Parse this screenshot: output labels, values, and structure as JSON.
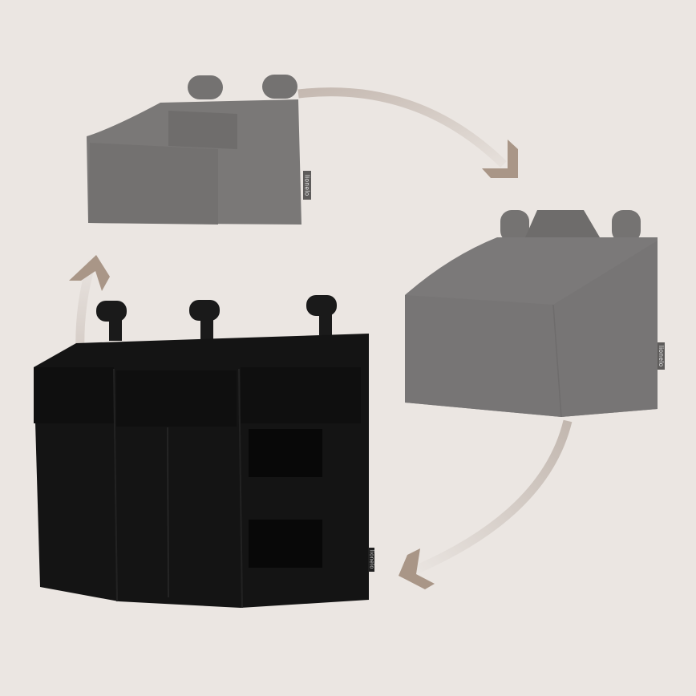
{
  "scene": {
    "description": "Convertible hanging organizer shown in three configurations connected by circular arrows",
    "background_color": "#ebe6e2",
    "arrow_color": "#a99687",
    "arrow_trail_color": "#c7bcb4"
  },
  "products": [
    {
      "id": "organizer-small-grey",
      "position": "top-left",
      "color": "#777574",
      "brand_label": "lionelo"
    },
    {
      "id": "organizer-box-grey",
      "position": "right",
      "color": "#7a7878",
      "brand_label": "lionelo"
    },
    {
      "id": "organizer-triple-black",
      "position": "bottom-left",
      "color": "#121212",
      "brand_label": "lionelo"
    }
  ]
}
